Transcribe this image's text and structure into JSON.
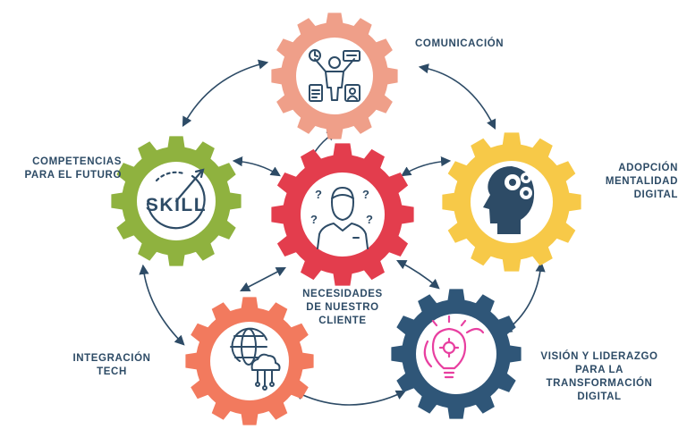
{
  "colors": {
    "navy": "#2d4b66",
    "salmon_light": "#ef9f89",
    "olive_green": "#8fb23f",
    "red": "#e33d4d",
    "yellow": "#f7c948",
    "coral": "#f27a5e",
    "dark_blue": "#2f5678",
    "magenta": "#e83fa0"
  },
  "nodes": {
    "comunicacion": {
      "lines": [
        "COMUNICACIÓN"
      ],
      "icon": "team-communication-icon"
    },
    "competencias": {
      "lines": [
        "COMPETENCIAS",
        "PARA EL FUTURO"
      ],
      "icon": "skill-badge-icon"
    },
    "center": {
      "lines": [
        "NECESIDADES",
        "DE NUESTRO",
        "CLIENTE"
      ],
      "icon": "customer-questions-icon"
    },
    "adopcion": {
      "lines": [
        "ADOPCIÓN",
        "MENTALIDAD",
        "DIGITAL"
      ],
      "icon": "head-gears-icon"
    },
    "integracion": {
      "lines": [
        "INTEGRACIÓN",
        "TECH"
      ],
      "icon": "globe-cloud-icon"
    },
    "vision": {
      "lines": [
        "VISIÓN Y LIDERAZGO",
        "PARA LA",
        "TRANSFORMACIÓN",
        "DIGITAL"
      ],
      "icon": "idea-bulb-icon"
    }
  },
  "skill_badge_text": "SKILL"
}
